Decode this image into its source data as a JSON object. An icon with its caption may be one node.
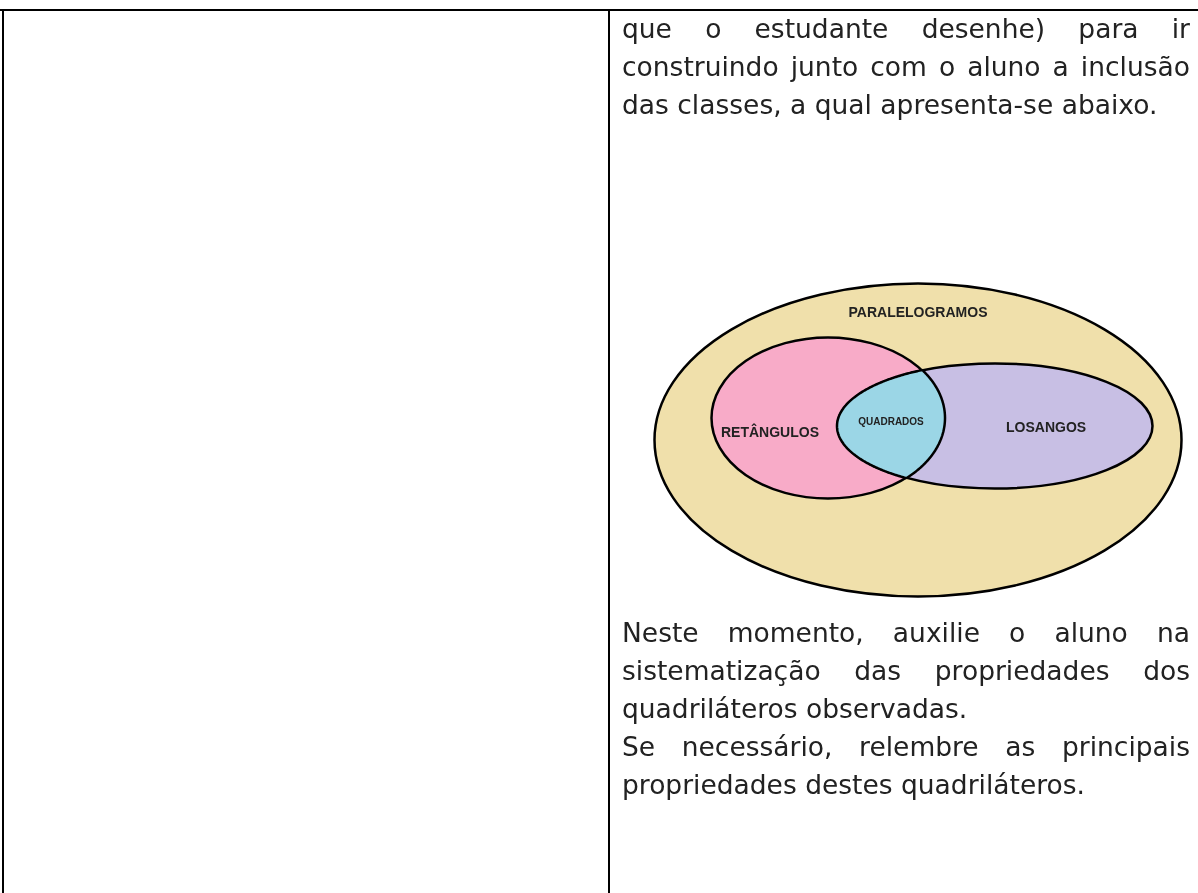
{
  "diagram": {
    "nodes": [
      {
        "text": [
          "PARALELOGRAMOS"
        ]
      },
      {
        "text": [
          "RETÂNGULOS"
        ],
        "in": 0
      },
      {
        "text": [
          "LOSANGOS"
        ],
        "in": 0
      },
      {
        "text": [
          "QUADRADOS"
        ]
      }
    ],
    "labels": [
      "que o estudante desenhe) para ir construindo junto com o aluno a inclusão das classes, a qual apresenta-se abaixo.",
      "Neste momento, auxilie o aluno na sistematização das propriedades dos quadriláteros observadas.",
      "Se necessário, relembre as principais propriedades destes quadriláteros."
    ]
  }
}
